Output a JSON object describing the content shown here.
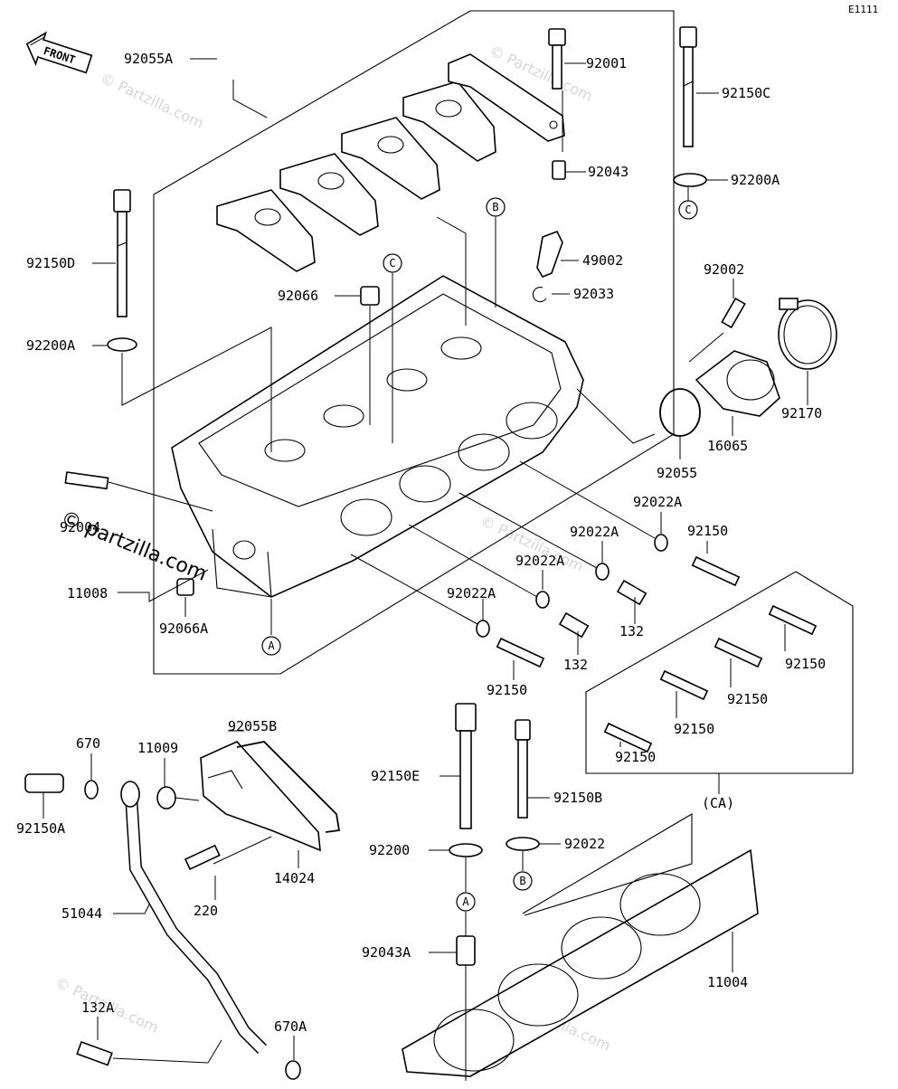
{
  "diagram_code": "E1111",
  "front_label": "FRONT",
  "watermark": "© Partzilla.com",
  "watermark_main": "© partzilla.com",
  "ref_markers": {
    "a": "A",
    "b": "B",
    "c": "C"
  },
  "group_label": "(CA)",
  "parts": {
    "p92055A": "92055A",
    "p92001": "92001",
    "p92150C": "92150C",
    "p92043": "92043",
    "p92200A_right": "92200A",
    "p49002": "49002",
    "p92150D": "92150D",
    "p92066": "92066",
    "p92033": "92033",
    "p92002": "92002",
    "p92200A_left": "92200A",
    "p92170": "92170",
    "p16065": "16065",
    "p92055": "92055",
    "p92022A_1": "92022A",
    "p92004": "92004",
    "p92150_1": "92150",
    "p92022A_2": "92022A",
    "p92022A_3": "92022A",
    "p11008": "11008",
    "p132_1": "132",
    "p92022A_4": "92022A",
    "p92066A": "92066A",
    "p132_2": "132",
    "p92150_2": "92150",
    "p92150_3": "92150",
    "p92150_4": "92150",
    "p92150_5": "92150",
    "p92150_6": "92150",
    "p92055B": "92055B",
    "p670": "670",
    "p11009": "11009",
    "p92150E": "92150E",
    "p92150B": "92150B",
    "p92150A": "92150A",
    "p14024": "14024",
    "p92200": "92200",
    "p92022": "92022",
    "p220": "220",
    "p51044": "51044",
    "p92043A": "92043A",
    "p11004": "11004",
    "p132A": "132A",
    "p670A": "670A"
  }
}
